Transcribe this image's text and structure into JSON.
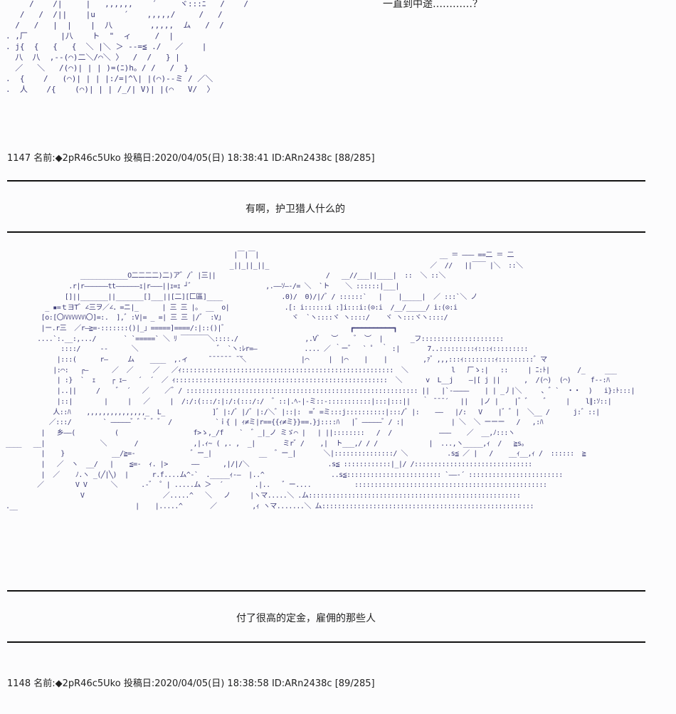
{
  "top_narration": "一直到中途…………？",
  "art_top": "     /    /|     |   ,,,,,,    ´     ヾ:::ﾆ   /    /\n   /   /  /||    |u      ´    ,,,,,/     /   /\n  /   /   |  |    |  八        ,,,,,  ム   /  /\n. ,厂       |八    ト  \"  ィ     /  |\n. j{  {   {   {  ＼ |＼ ＞ --=≦ ./   ／    |\n  八  八  ,--(⌒)二＼/⌒＼ 〉  /  /   } |\n  ／   ＼   /(⌒)| | | )=(ﾆ)h。/ /   /  }\n.  {    /   (⌒)| | | |:/=|^\\| |(⌒)--ミ / ／＼\n.  人    /{    (⌒)| | | /_/| V)| |(⌒   V/  〉",
  "post_1147": {
    "number": "1147",
    "name_label": "名前:",
    "trip": "◆2pR46c5Uko",
    "posted_label": "投稿日:",
    "date": "2020/04/05(日) 18:38:41",
    "id": "ID:ARn2438c",
    "count": "[88/285]"
  },
  "narration_1": "有啊，护卫猎人什么的",
  "art_main": "                                                          |￣|￣|                                              __ ＝ ――― ==二 ＝ 二\n                                                         _||_||_||_                                         ／  //   ||￣￣ |＼  ::＼\n                   ____________O二二二二)二)ア゛/゛|三||                            /   __//___||____|  ::  ＼ ::＼\n                .r|r――――――tt――――――ｪ|r―――||ｪ=ｪ ┘゛                  ,.――ｿ―-/= ＼  `ト    ＼ ::::::|___|\n               []||_______||_______[]___||[二][匚區]____               .0)/  0)/|/゛/ ::::::`   |    |_____|  ／ :::`＼ ノ\n          _ ▪=ｔヨT゛∠三ヲ／∠．=ニ|_      | 三 三 |。 __  o|              .[: i::::::i :]i:::i:(⊙:i  /__/_____/ i:(⊙:i\n         [o:[〇ﾊﾊﾊﾊﾊﾊﾊ〇]=:.  ],゛:V|= _ =| 三 三 |/゛ :V」                 ヾ  `ヽ::::ヾ ヽ::::/    ヾ ヽ:::ヾヽ::::/\n         |ー.r三  ／r―≧=‐:::::::()|_」=====]====/:|::()|゛                               ┏━━━━━━━━━━┓\n        ....`:.__:,.../       ` `=====` ＼ ﾘ ￣￣￣￣＼::::./                 ,.V゛  ︶    ゛ ︶  |       _フ:::::::::::::::::::::\n              ::::/     --      ＼                    ゛ `ヽ:ﾚr=―            .... ／ ｀ー゛  ` ゜ ｀ :|       7..:::::::::ｨ:::ｨ:::::::::\n             |:::(      r―     ム    ____  ,.ィ     ̄ ̄ ̄ ̄ ̄ ̄  ̄ ̄＼              |⌒     |  |⌒    |    |         ,ｧ゛,,,:::ｨ::::::::ｨ:::::::::゛マ\n            |:⌒:   ┌―      ／  ／     ／   ／ｨ::::::::::::::::::::::::::::::::::::::::::::::::::::::  ＼           l   厂ゝ:|   ::     | ﾆ:ﾄ|       /_     ___        |:::::\n             | :}  `  ｪ    ┌ ｪ―   ´  ´  ／ ｨ::::::::::::::::::::::::::::::::::::::::::::::::::::::  ＼      v  L__j    ―|[ j ||      ,  /(⌒)  (⌒)     f--:ﾊ\n             |..||     /    ゛ ´   ／    ／゛/ ::::::::::::::::::::::::::::::::::::::::::::::::::::::::::: ||   |`‐――――    | | _丿|＼     ､ ゛`  ・・  )   i}:ﾄ:::|\n             |::|        |     |   ／     |  /:/:(:::/:|:/:(:::/:/  ゛::|.ﾍ‐|-ミ::-:::::::::::|:::|:::||   ｀ ̄ ̄ ̄ ´   ||   |ノ |    |゛゛   ゛    |    l∥:ｿ::|\n            人::ﾊ    ,,,,,,,,,,,,,,,_  L_            ]゛|:/゛|/゛|:/＼゛|::|:  =゛=ミ:::j::::::::::|:::/゛|:    ――   |/:   V    |゛゛|  ＼__ /      j:゛::|\n           ／:::/        ` ―――――゛゛゛゛゛ /           `ｉ{ | ｨ≠ミ|r=={{ｨ≠ミ}}==.}j::::ﾊ   |゛―――――゛/ :|            | ＼  ＼ ーーー   /   ,:ﾊ\n         |   乡――(          (                   f>ゝ,_/f    `  ゛_|_ノ ミゞ⌒ |   | ||::::::::   /  /            ―――    ／  __,ﾉ:::ヽ\n____   __|              ＼       /              ,|.ｨ~ ( ,. ,  _|       ミr゛/    ,|  ト___,/ / /             |  ...,ヽ_____,ｨ  /   ≧s。\n         |    }            __/≧=‐              ゛ー_|            __  ゛ー_|       ＼|:::::::::::::::/ ＼          .s≦ ／ |   /    __ｨ__,ｨ /  ::::::  ≧\n         |   ／  ヽ  __/   |    ≦=‐  ｨ. |>      ――      ,|/|/＼                    .s≦ ::::::::::::|_|/ /::::::::::::::::::::::::::::::\n         |  ／    ﾉ.ヽ _(╱|╲)  |      r.f....ム^‐`  ._____ｨ‐―  |..^                 ..s≦:::::::::::::::::::::::: `――‐´ ::::::::::::::::::::::::\n        ／        V V      ＼      .-゛ ゜| .....ム ＞  ´        .|..   ゛ー....           :::::::::::::::::::::::::::::::::::::::::::::::::\n                   V                    ／.....^   ＼   ノ     |ヽマ.....＼ .ム::::::::::::::::::::::::::::::::::::::::::::::::::::::\n.__                              |    |.....^       ／         ,ｨ ヽマ.......＼ ム::::::::::::::::::::::::::::::::::::::::::::::::::::::",
  "narration_2": "付了很高的定金，雇佣的那些人",
  "post_1148": {
    "number": "1148",
    "name_label": "名前:",
    "trip": "◆2pR46c5Uko",
    "posted_label": "投稿日:",
    "date": "2020/04/05(日) 18:38:58",
    "id": "ID:ARn2438c",
    "count": "[89/285]"
  }
}
